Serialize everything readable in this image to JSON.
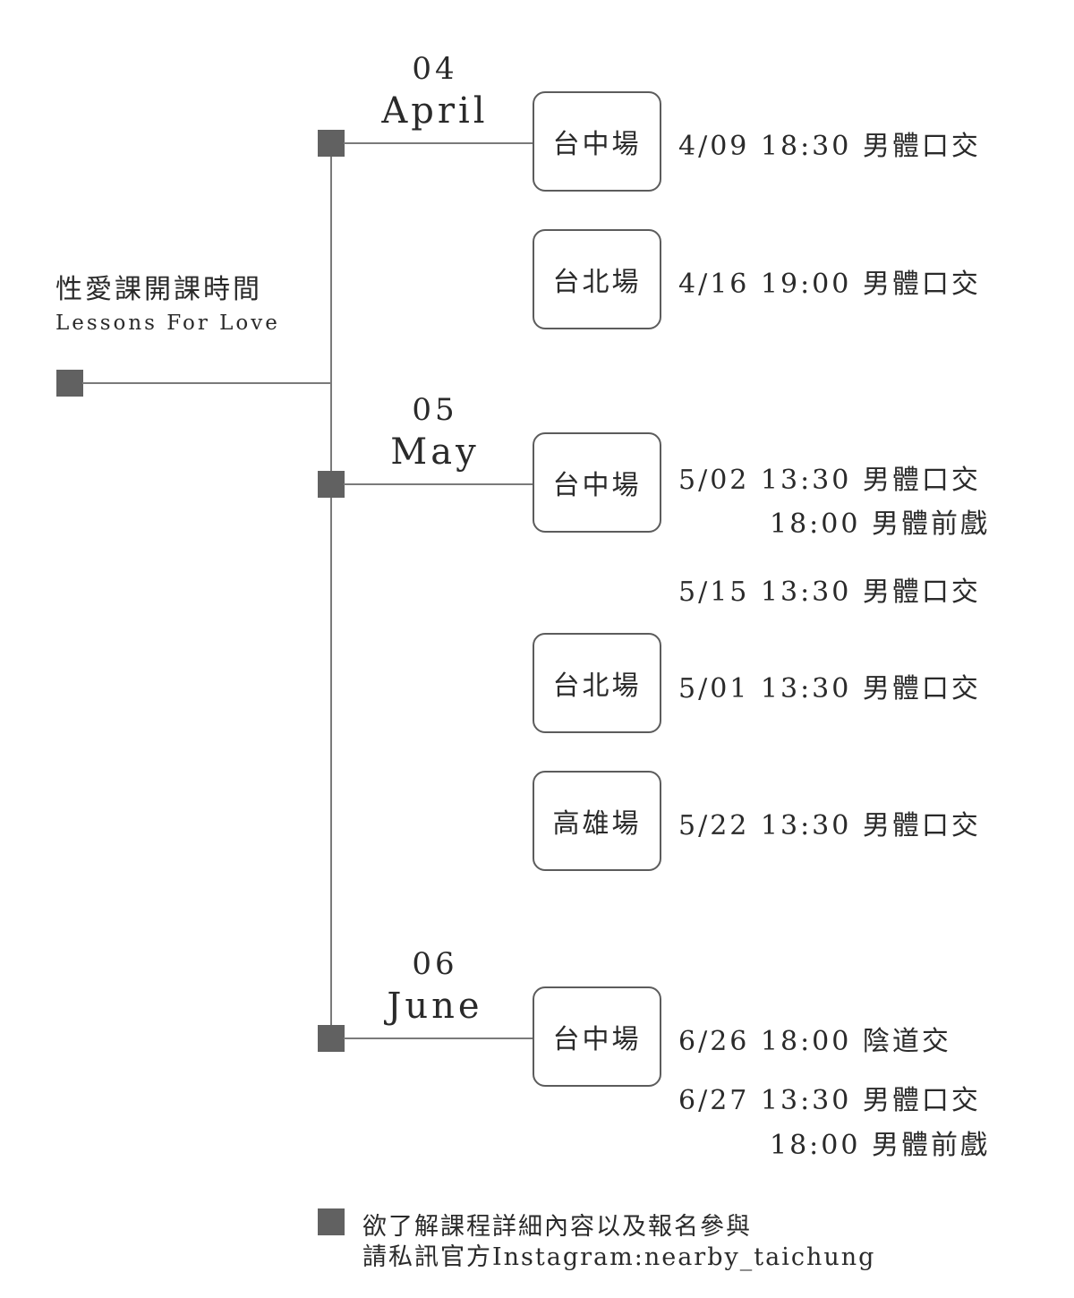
{
  "title": {
    "zh": "性愛課開課時間",
    "en": "Lessons For Love"
  },
  "months": [
    {
      "num": "04",
      "name": "April",
      "venues": [
        {
          "label": "台中場",
          "lines": [
            "4/09 18:30 男體口交"
          ]
        },
        {
          "label": "台北場",
          "lines": [
            "4/16 19:00 男體口交"
          ]
        }
      ]
    },
    {
      "num": "05",
      "name": "May",
      "venues": [
        {
          "label": "台中場",
          "lines": [
            "5/02 13:30 男體口交",
            "18:00 男體前戲",
            "5/15 13:30 男體口交"
          ]
        },
        {
          "label": "台北場",
          "lines": [
            "5/01 13:30 男體口交"
          ]
        },
        {
          "label": "高雄場",
          "lines": [
            "5/22 13:30 男體口交"
          ]
        }
      ]
    },
    {
      "num": "06",
      "name": "June",
      "venues": [
        {
          "label": "台中場",
          "lines": [
            "6/26 18:00 陰道交",
            "6/27 13:30 男體口交",
            "18:00 男體前戲"
          ]
        }
      ]
    }
  ],
  "footer": {
    "line1": "欲了解課程詳細內容以及報名參與",
    "line2": "請私訊官方Instagram:nearby_taichung"
  }
}
